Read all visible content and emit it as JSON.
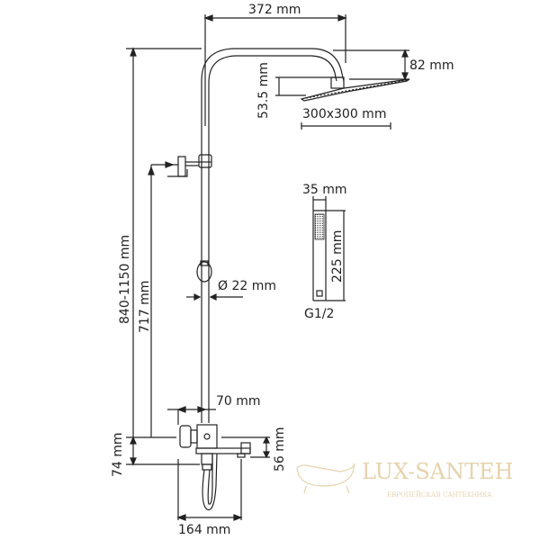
{
  "diagram": {
    "subject": "Shower system technical drawing",
    "dimensions": {
      "overhead_arm_width": "372 mm",
      "head_height": "82 mm",
      "head_drop": "53.5 mm",
      "head_size": "300x300 mm",
      "hand_shower_width": "35 mm",
      "hand_shower_length": "225 mm",
      "hand_shower_thread": "G1/2",
      "total_height_range": "840-1150 mm",
      "holder_height": "717 mm",
      "pipe_diameter": "Ø 22 mm",
      "mixer_offset": "70 mm",
      "mixer_height": "74 mm",
      "spout_height": "56 mm",
      "spout_reach": "164 mm"
    }
  },
  "watermark": {
    "brand": "LUX-SANTEH",
    "tagline": "ЕВРОПЕЙСКАЯ САНТЕХНИКА",
    "color": "#e6d2ad"
  }
}
